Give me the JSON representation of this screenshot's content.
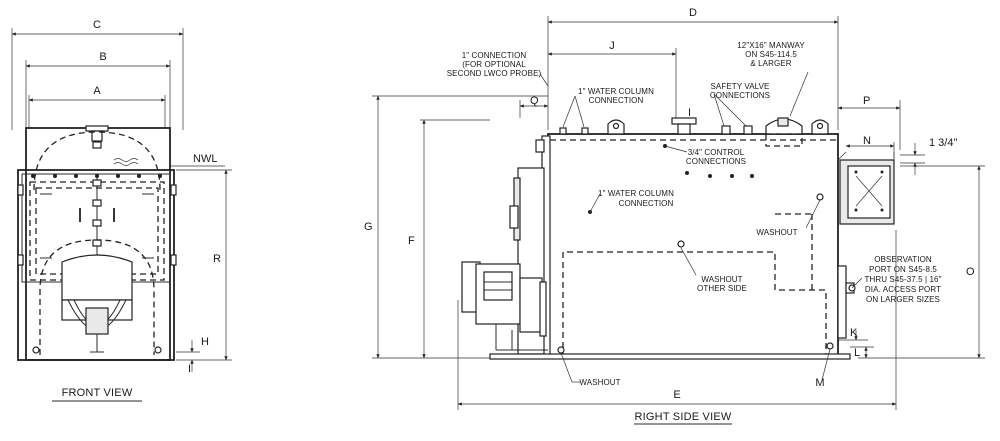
{
  "front_view": {
    "title": "FRONT VIEW",
    "dims": {
      "a": "A",
      "b": "B",
      "c": "C",
      "r": "R",
      "h": "H",
      "i": "I"
    },
    "nwl": "NWL"
  },
  "side_view": {
    "title": "RIGHT SIDE VIEW",
    "dims": {
      "d": "D",
      "e": "E",
      "f": "F",
      "g": "G",
      "i": "I",
      "j": "J",
      "k": "K",
      "l": "L",
      "m": "M",
      "n": "N",
      "o": "O",
      "p": "P",
      "q": "Q",
      "three_quarter": "1 3/4\""
    },
    "callouts": {
      "connection_1": "1\" CONNECTION",
      "connection_2": "(FOR OPTIONAL",
      "connection_3": "SECOND LWCO PROBE)",
      "water_column_top_1": "1\" WATER COLUMN",
      "water_column_top_2": "CONNECTION",
      "safety_valve_1": "SAFETY VALVE",
      "safety_valve_2": "CONNECTIONS",
      "manway_1": "12\"X16\" MANWAY",
      "manway_2": "ON S45-114.5",
      "manway_3": "& LARGER",
      "control_1": "3/4\" CONTROL",
      "control_2": "CONNECTIONS",
      "water_column_mid_1": "1\" WATER COLUMN",
      "water_column_mid_2": "CONNECTION",
      "washout_right": "WASHOUT",
      "washout_other_1": "WASHOUT",
      "washout_other_2": "OTHER SIDE",
      "washout_bottom": "WASHOUT",
      "observation_1": "OBSERVATION",
      "observation_2": "PORT ON S45-8.5",
      "observation_3": "THRU S45-37.5 | 16\"",
      "observation_4": "DIA. ACCESS PORT",
      "observation_5": "ON LARGER SIZES"
    }
  }
}
